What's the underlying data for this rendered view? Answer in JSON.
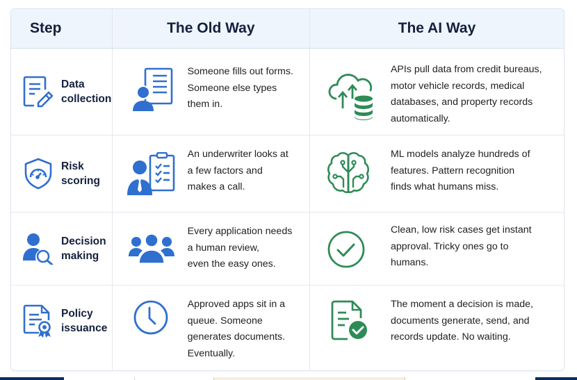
{
  "header": {
    "step": "Step",
    "old_way": "The Old Way",
    "ai_way": "The AI Way"
  },
  "rows": [
    {
      "step_label_1": "Data",
      "step_label_2": "collection",
      "step_icon": "document-pencil-icon",
      "old_icon": "person-form-icon",
      "old_text": [
        "Someone fills out forms.",
        "Someone else types",
        "them in."
      ],
      "ai_icon": "cloud-upload-database-icon",
      "ai_text": [
        "APIs pull data from credit bureaus,",
        "motor vehicle records, medical",
        "databases, and property records",
        "automatically."
      ]
    },
    {
      "step_label_1": "Risk",
      "step_label_2": "scoring",
      "step_icon": "shield-gauge-icon",
      "old_icon": "underwriter-checklist-icon",
      "old_text": [
        "An underwriter looks at",
        "a few factors and",
        "makes a call."
      ],
      "ai_icon": "brain-circuit-icon",
      "ai_text": [
        "ML models analyze hundreds of",
        "features. Pattern recognition",
        "finds what humans miss."
      ]
    },
    {
      "step_label_1": "Decision",
      "step_label_2": "making",
      "step_icon": "person-search-icon",
      "old_icon": "group-people-icon",
      "old_text": [
        "Every application needs",
        "a human review,",
        "even the easy ones."
      ],
      "ai_icon": "check-circle-icon",
      "ai_text": [
        "Clean, low risk cases get instant",
        "approval. Tricky ones go to",
        "humans."
      ]
    },
    {
      "step_label_1": "Policy",
      "step_label_2": "issuance",
      "step_icon": "certificate-ribbon-icon",
      "old_icon": "clock-icon",
      "old_text": [
        "Approved apps sit in a",
        "queue. Someone",
        "generates documents.",
        "Eventually."
      ],
      "ai_icon": "document-check-icon",
      "ai_text": [
        "The moment a decision is made,",
        "documents generate, send, and",
        "records update. No waiting."
      ]
    }
  ],
  "colors": {
    "old_way_blue": "#2f6fcf",
    "ai_way_green": "#2e8b57",
    "header_bg": "#eef5fd",
    "heading_text": "#14213d"
  }
}
